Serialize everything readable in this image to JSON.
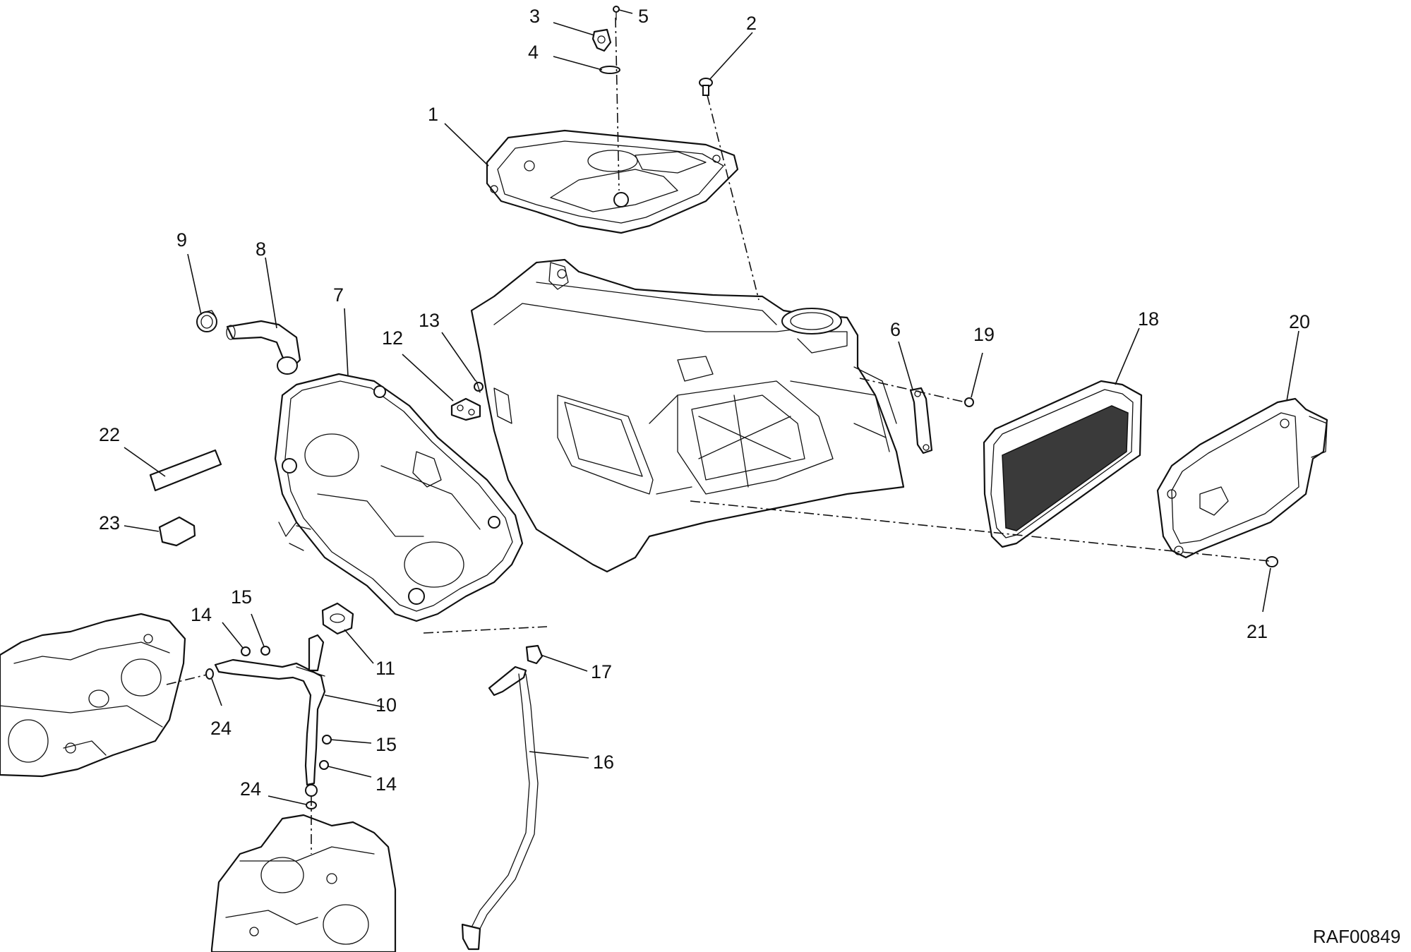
{
  "drawing_code": "RAF00849",
  "callouts": {
    "c1": "1",
    "c2": "2",
    "c3": "3",
    "c4": "4",
    "c5": "5",
    "c6": "6",
    "c7": "7",
    "c8": "8",
    "c9": "9",
    "c10": "10",
    "c11": "11",
    "c12": "12",
    "c13": "13",
    "c14a": "14",
    "c14b": "14",
    "c15a": "15",
    "c15b": "15",
    "c16": "16",
    "c17": "17",
    "c18": "18",
    "c19": "19",
    "c20": "20",
    "c21": "21",
    "c22": "22",
    "c23": "23",
    "c24a": "24",
    "c24b": "24"
  }
}
